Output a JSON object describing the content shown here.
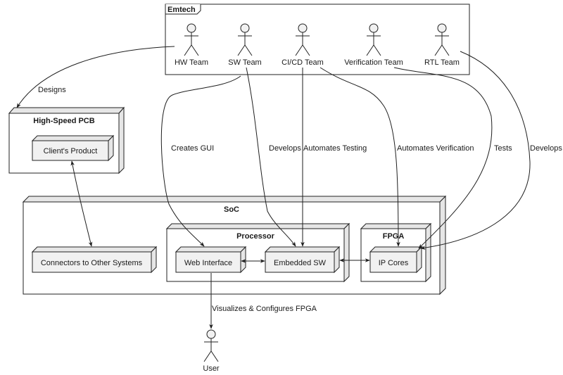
{
  "frame": {
    "title": "Emtech"
  },
  "actors": {
    "hw": "HW Team",
    "sw": "SW Team",
    "cicd": "CI/CD Team",
    "verification": "Verification Team",
    "rtl": "RTL Team",
    "user": "User"
  },
  "nodes": {
    "pcb": "High-Speed PCB",
    "client_product": "Client's Product",
    "soc": "SoC",
    "processor": "Processor",
    "fpga": "FPGA",
    "connectors": "Connectors to Other Systems",
    "web_interface": "Web Interface",
    "embedded_sw": "Embedded SW",
    "ip_cores": "IP Cores"
  },
  "edges": {
    "designs": "Designs",
    "creates_gui": "Creates GUI",
    "develops_sw": "Develops",
    "automates_testing": "Automates Testing",
    "automates_verification": "Automates Verification",
    "tests": "Tests",
    "develops_rtl": "Develops",
    "visualizes": "Visualizes & Configures FPGA"
  }
}
